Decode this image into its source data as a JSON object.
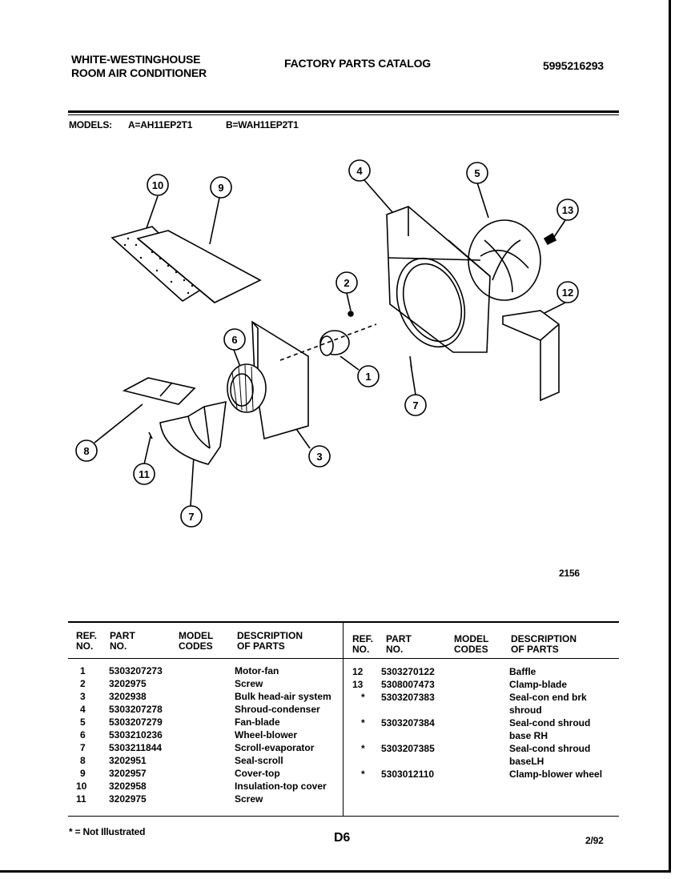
{
  "header": {
    "brand_line1": "WHITE-WESTINGHOUSE",
    "brand_line2": "ROOM AIR CONDITIONER",
    "catalog_title": "FACTORY PARTS CATALOG",
    "catalog_number": "5995216293",
    "models_label": "MODELS:",
    "model_a": "A=AH11EP2T1",
    "model_b": "B=WAH11EP2T1"
  },
  "diagram": {
    "figure_number": "2156",
    "callouts": [
      "10",
      "9",
      "4",
      "5",
      "13",
      "2",
      "12",
      "6",
      "1",
      "7",
      "8",
      "11",
      "3",
      "7"
    ]
  },
  "table": {
    "headers": {
      "ref": [
        "REF.",
        "NO."
      ],
      "part": [
        "PART",
        "NO."
      ],
      "model": [
        "MODEL",
        "CODES"
      ],
      "desc": [
        "DESCRIPTION",
        "OF PARTS"
      ]
    },
    "left_rows": [
      {
        "ref": "1",
        "part": "5303207273",
        "desc": "Motor-fan"
      },
      {
        "ref": "2",
        "part": "3202975",
        "desc": "Screw"
      },
      {
        "ref": "3",
        "part": "3202938",
        "desc": "Bulk head-air system"
      },
      {
        "ref": "4",
        "part": "5303207278",
        "desc": "Shroud-condenser"
      },
      {
        "ref": "5",
        "part": "5303207279",
        "desc": "Fan-blade"
      },
      {
        "ref": "6",
        "part": "5303210236",
        "desc": "Wheel-blower"
      },
      {
        "ref": "7",
        "part": "5303211844",
        "desc": "Scroll-evaporator"
      },
      {
        "ref": "8",
        "part": "3202951",
        "desc": "Seal-scroll"
      },
      {
        "ref": "9",
        "part": "3202957",
        "desc": "Cover-top"
      },
      {
        "ref": "10",
        "part": "3202958",
        "desc": "Insulation-top cover"
      },
      {
        "ref": "11",
        "part": "3202975",
        "desc": "Screw"
      }
    ],
    "right_rows": [
      {
        "ref": "12",
        "part": "5303270122",
        "desc": [
          "Baffle"
        ]
      },
      {
        "ref": "13",
        "part": "5308007473",
        "desc": [
          "Clamp-blade"
        ]
      },
      {
        "ref": "*",
        "part": "5303207383",
        "desc": [
          "Seal-con end brk",
          "shroud"
        ]
      },
      {
        "ref": "*",
        "part": "5303207384",
        "desc": [
          "Seal-cond shroud",
          "base RH"
        ]
      },
      {
        "ref": "*",
        "part": "5303207385",
        "desc": [
          "Seal-cond shroud",
          "baseLH"
        ]
      },
      {
        "ref": "*",
        "part": "5303012110",
        "desc": [
          "Clamp-blower wheel"
        ]
      }
    ]
  },
  "footer": {
    "note": "* = Not Illustrated",
    "page": "D6",
    "date": "2/92"
  }
}
